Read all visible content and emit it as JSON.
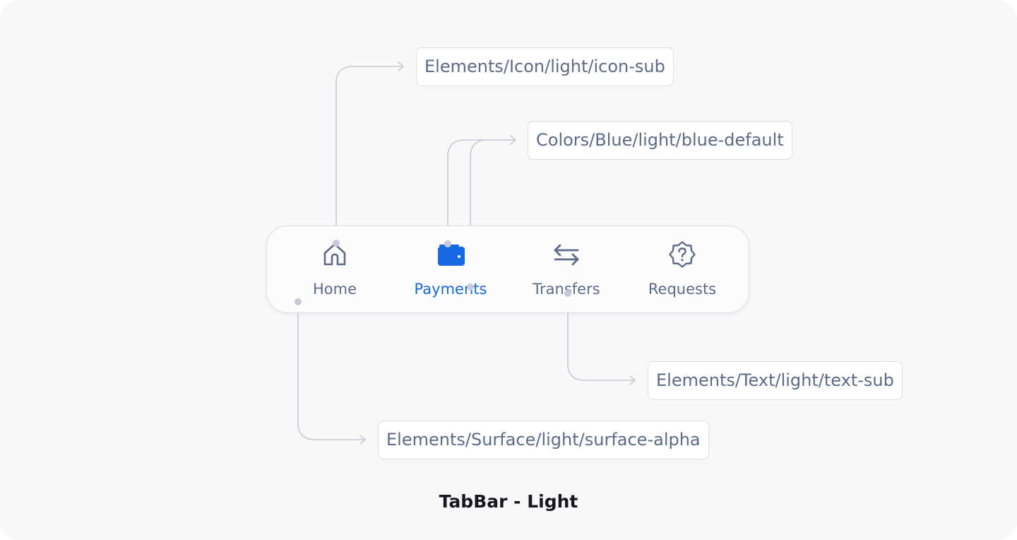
{
  "caption": "TabBar - Light",
  "colors": {
    "background": "#f8f8f9",
    "connector": "#c7c9d9",
    "text_sub": "#5c6b8a",
    "icon_sub": "#5c6b8a",
    "blue_default": "#1668e3",
    "border": "#dcdde6"
  },
  "tabs": [
    {
      "label": "Home",
      "icon": "home-icon",
      "active": false
    },
    {
      "label": "Payments",
      "icon": "wallet-icon",
      "active": true
    },
    {
      "label": "Transfers",
      "icon": "transfer-arrows-icon",
      "active": false
    },
    {
      "label": "Requests",
      "icon": "question-badge-icon",
      "active": false
    }
  ],
  "annotations": {
    "icon_sub": "Elements/Icon/light/icon-sub",
    "blue_default": "Colors/Blue/light/blue-default",
    "text_sub": "Elements/Text/light/text-sub",
    "surface_alpha": "Elements/Surface/light/surface-alpha"
  }
}
